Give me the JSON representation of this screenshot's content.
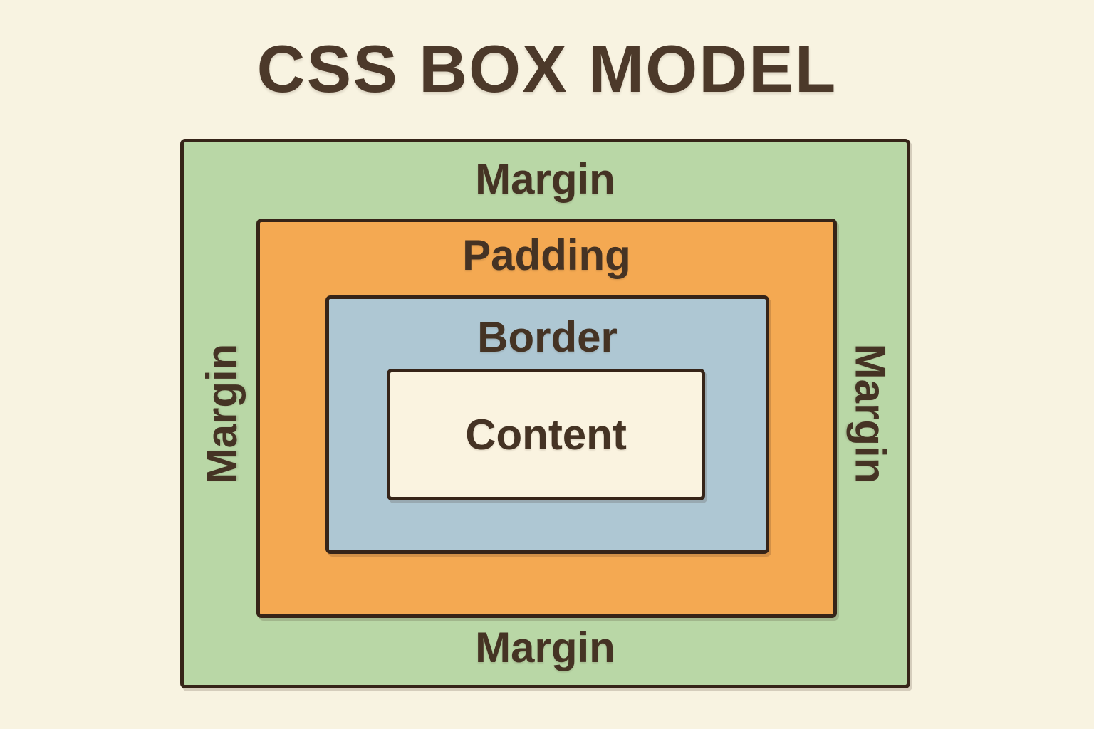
{
  "title": "CSS BOX MODEL",
  "colors": {
    "background": "#f8f3e1",
    "margin_fill": "#b9d7a6",
    "padding_fill": "#f4a952",
    "border_fill": "#aec7d3",
    "content_fill": "#faf3e0",
    "stroke": "#362418",
    "text": "#453324",
    "title_color": "#4c392a"
  },
  "labels": {
    "margin_top": "Margin",
    "margin_left": "Margin",
    "margin_right": "Margin",
    "margin_bottom": "Margin",
    "padding": "Padding",
    "border": "Border",
    "content": "Content"
  }
}
